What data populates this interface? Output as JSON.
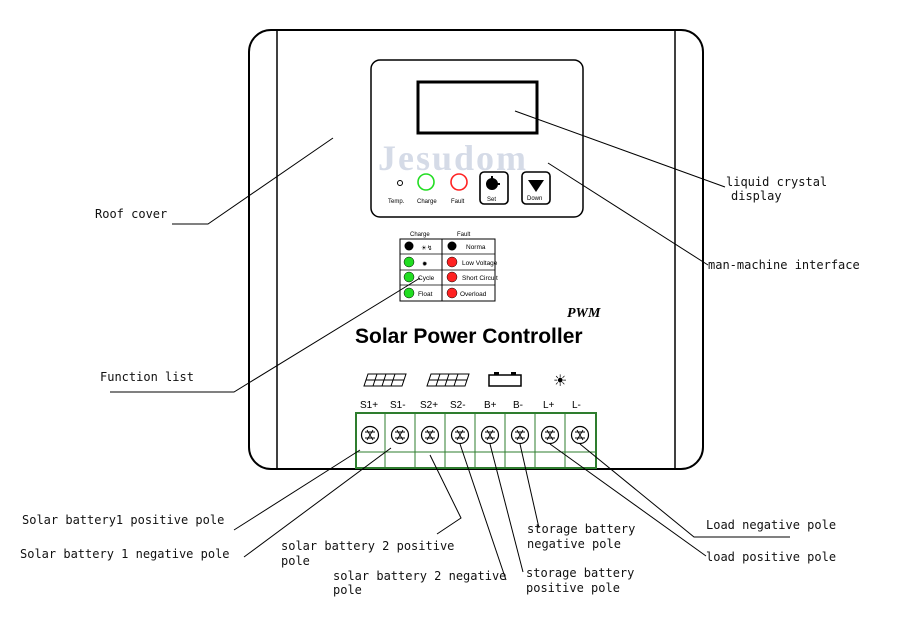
{
  "device": {
    "brand_watermark": "Jesudom",
    "pwm_label": "PWM",
    "title": "Solar Power Controller",
    "indicators": [
      "Temp.",
      "Charge",
      "Fault"
    ],
    "buttons": [
      "Set",
      "Down"
    ],
    "function_list": {
      "header_left": "Charge",
      "header_right": "Fault",
      "rows": [
        {
          "left": "",
          "right": "Norma"
        },
        {
          "left": "",
          "right": "Low Voltage"
        },
        {
          "left": "Cycle",
          "right": "Short Circuit"
        },
        {
          "left": "Float",
          "right": "Overload"
        }
      ]
    },
    "terminals": [
      "S1+",
      "S1-",
      "S2+",
      "S2-",
      "B+",
      "B-",
      "L+",
      "L-"
    ]
  },
  "callouts": {
    "roof_cover": "Roof cover",
    "lcd_line1": "liquid crystal",
    "lcd_line2": "display",
    "hmi": "man-machine interface",
    "function_list": "Function list",
    "s1_pos": "Solar battery1 positive pole",
    "s1_neg": "Solar battery 1 negative pole",
    "s2_pos_line1": "solar battery 2 positive",
    "s2_pos_line2": "pole",
    "s2_neg_line1": "solar battery 2 negative",
    "s2_neg_line2": "pole",
    "b_neg_line1": "storage battery",
    "b_neg_line2": "negative pole",
    "b_pos_line1": "storage battery",
    "b_pos_line2": "positive pole",
    "load_neg": "Load negative pole",
    "load_pos": "load positive pole"
  },
  "colors": {
    "case_stroke": "#000000",
    "led_green": "#22dd22",
    "led_red": "#ff2222",
    "terminal_green": "#2e7d2e"
  }
}
